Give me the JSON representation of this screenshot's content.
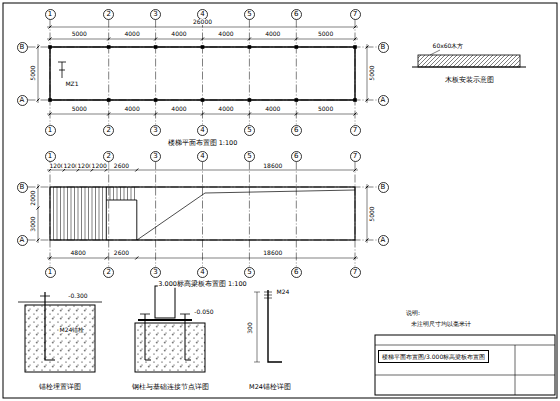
{
  "diagram": {
    "nodes": [
      {
        "text": [
          "1"
        ]
      },
      {
        "text": [
          "2"
        ]
      },
      {
        "text": [
          "3"
        ]
      },
      {
        "text": [
          "4"
        ]
      },
      {
        "text": [
          "5"
        ]
      },
      {
        "text": [
          "6"
        ]
      },
      {
        "text": [
          "7"
        ]
      },
      {
        "text": [
          "1"
        ]
      },
      {
        "text": [
          "2"
        ]
      },
      {
        "text": [
          "3"
        ]
      },
      {
        "text": [
          "4"
        ]
      },
      {
        "text": [
          "5"
        ]
      },
      {
        "text": [
          "6"
        ]
      },
      {
        "text": [
          "7"
        ]
      },
      {
        "text": [
          "B"
        ]
      },
      {
        "text": [
          "A"
        ]
      },
      {
        "text": [
          "B"
        ]
      },
      {
        "text": [
          "A"
        ]
      },
      {
        "text": [
          "1"
        ]
      },
      {
        "text": [
          "2"
        ]
      },
      {
        "text": [
          "3"
        ]
      },
      {
        "text": [
          "4"
        ]
      },
      {
        "text": [
          "5"
        ]
      },
      {
        "text": [
          "6"
        ]
      },
      {
        "text": [
          "7"
        ]
      },
      {
        "text": [
          "1"
        ]
      },
      {
        "text": [
          "2"
        ]
      },
      {
        "text": [
          "3"
        ]
      },
      {
        "text": [
          "4"
        ]
      },
      {
        "text": [
          "5"
        ]
      },
      {
        "text": [
          "6"
        ]
      },
      {
        "text": [
          "7"
        ]
      },
      {
        "text": [
          "B"
        ]
      },
      {
        "text": [
          "A"
        ]
      },
      {
        "text": [
          "B"
        ]
      },
      {
        "text": [
          "A"
        ]
      },
      {
        "text": [
          "楼梯平面布置图/3.000标高梁板布置图"
        ]
      }
    ],
    "edges": [
      {
        "from": 0,
        "to": 7,
        "arrow": "none"
      },
      {
        "from": 1,
        "to": 8,
        "arrow": "none"
      },
      {
        "from": 2,
        "to": 9,
        "arrow": "none"
      },
      {
        "from": 3,
        "to": 10,
        "arrow": "none"
      },
      {
        "from": 4,
        "to": 11,
        "arrow": "none"
      },
      {
        "from": 5,
        "to": 12,
        "arrow": "none"
      },
      {
        "from": 6,
        "to": 13,
        "arrow": "none"
      },
      {
        "from": 14,
        "to": 16,
        "arrow": "none"
      },
      {
        "from": 15,
        "to": 17,
        "arrow": "none"
      },
      {
        "from": 18,
        "to": 25,
        "arrow": "none"
      },
      {
        "from": 19,
        "to": 26,
        "arrow": "none"
      },
      {
        "from": 20,
        "to": 27,
        "arrow": "none"
      },
      {
        "from": 21,
        "to": 28,
        "arrow": "none"
      },
      {
        "from": 22,
        "to": 29,
        "arrow": "none"
      },
      {
        "from": 23,
        "to": 30,
        "arrow": "none"
      },
      {
        "from": 24,
        "to": 31,
        "arrow": "none"
      },
      {
        "from": 32,
        "to": 34,
        "arrow": "none"
      },
      {
        "from": 33,
        "to": 35,
        "arrow": "none"
      }
    ],
    "labels": [
      "26000",
      "5000",
      "4000",
      "4000",
      "4000",
      "4000",
      "5000",
      "5000",
      "4000",
      "4000",
      "4000",
      "4000",
      "5000",
      "5000",
      "5000",
      "MZ1",
      "楼梯平面布置图 1:100",
      "1200",
      "1200",
      "1200",
      "1200",
      "2600",
      "18600",
      "4800",
      "2600",
      "18600",
      "2000",
      "3000",
      "5000",
      "3.000标高梁板布置图 1:100",
      "60x60木方",
      "木板安装示意图",
      "-0.300",
      "M24锚栓",
      "锚栓埋置详图",
      "-0.050",
      "钢柱与基础连接节点详图",
      "M24",
      "300",
      "M24锚栓详图",
      "说明:",
      "未注明尺寸均以毫米计"
    ]
  }
}
